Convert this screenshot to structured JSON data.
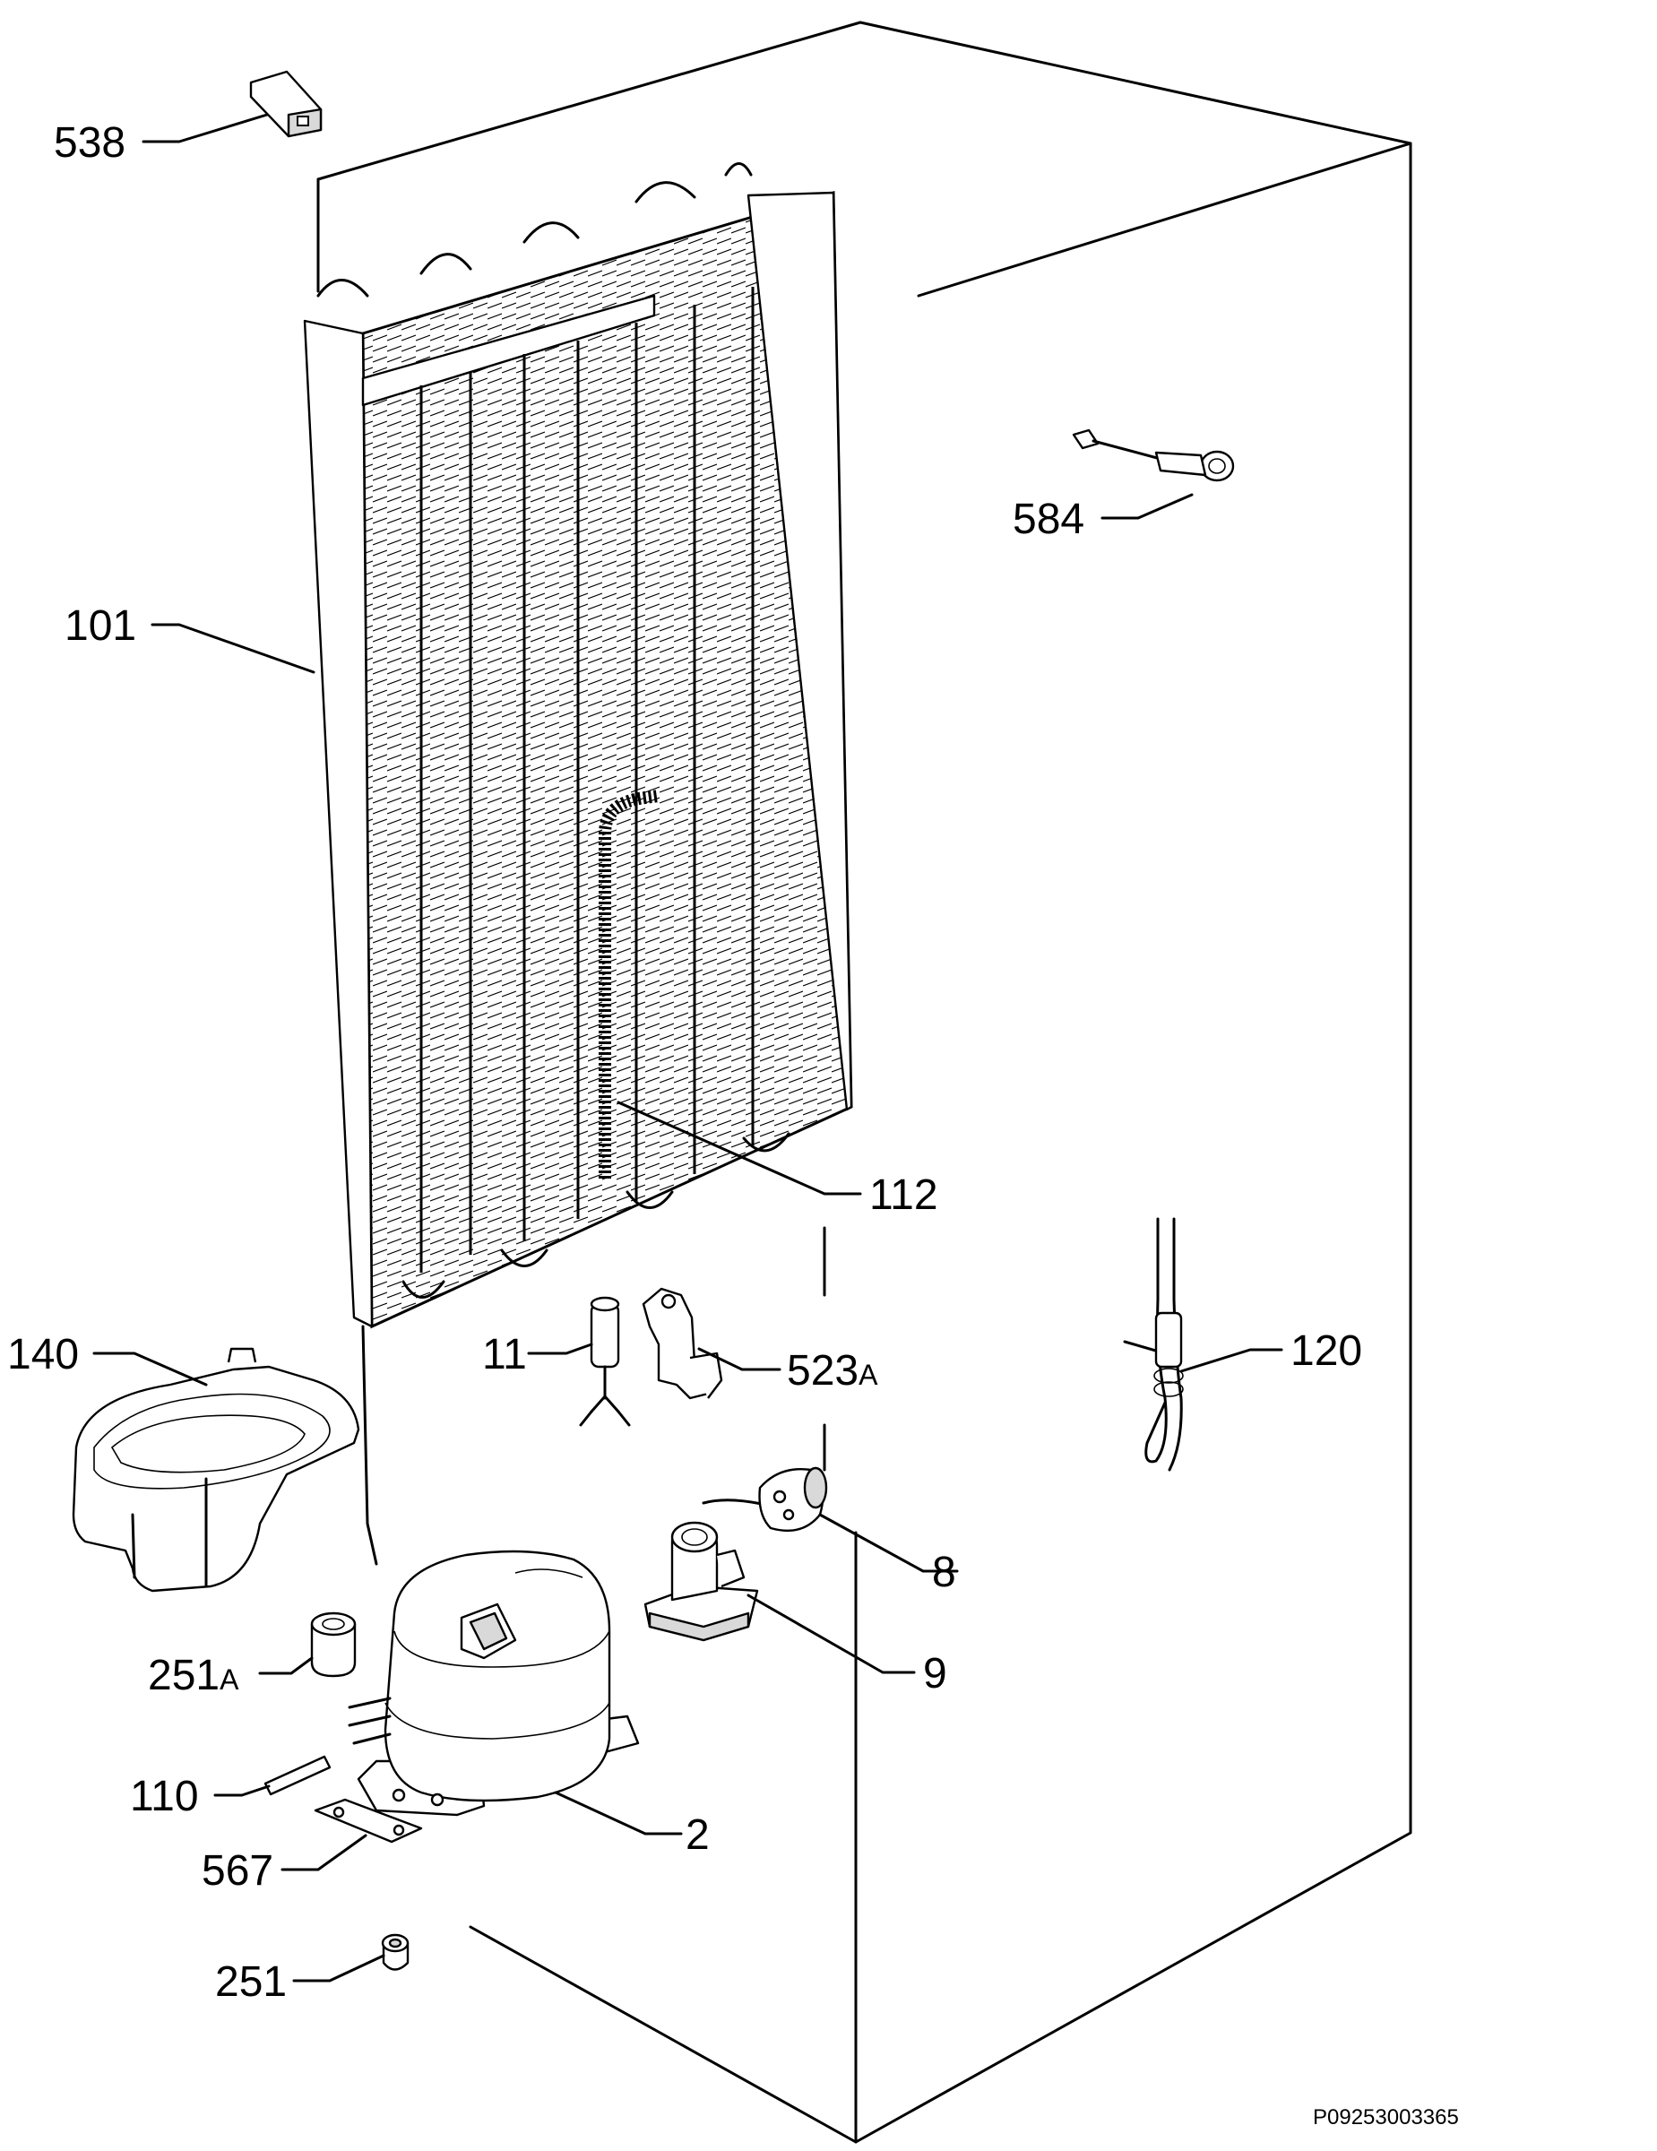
{
  "parts": [
    {
      "id": "538",
      "label": "538"
    },
    {
      "id": "584",
      "label": "584"
    },
    {
      "id": "101",
      "label": "101"
    },
    {
      "id": "112",
      "label": "112"
    },
    {
      "id": "140",
      "label": "140"
    },
    {
      "id": "11",
      "label": "11"
    },
    {
      "id": "523",
      "label": "523",
      "suffix": "A"
    },
    {
      "id": "120",
      "label": "120"
    },
    {
      "id": "8",
      "label": "8"
    },
    {
      "id": "9",
      "label": "9"
    },
    {
      "id": "251a",
      "label": "251",
      "suffix": "A"
    },
    {
      "id": "110",
      "label": "110"
    },
    {
      "id": "2",
      "label": "2"
    },
    {
      "id": "567",
      "label": "567"
    },
    {
      "id": "251",
      "label": "251"
    }
  ],
  "drawing_code": "P09253003365"
}
